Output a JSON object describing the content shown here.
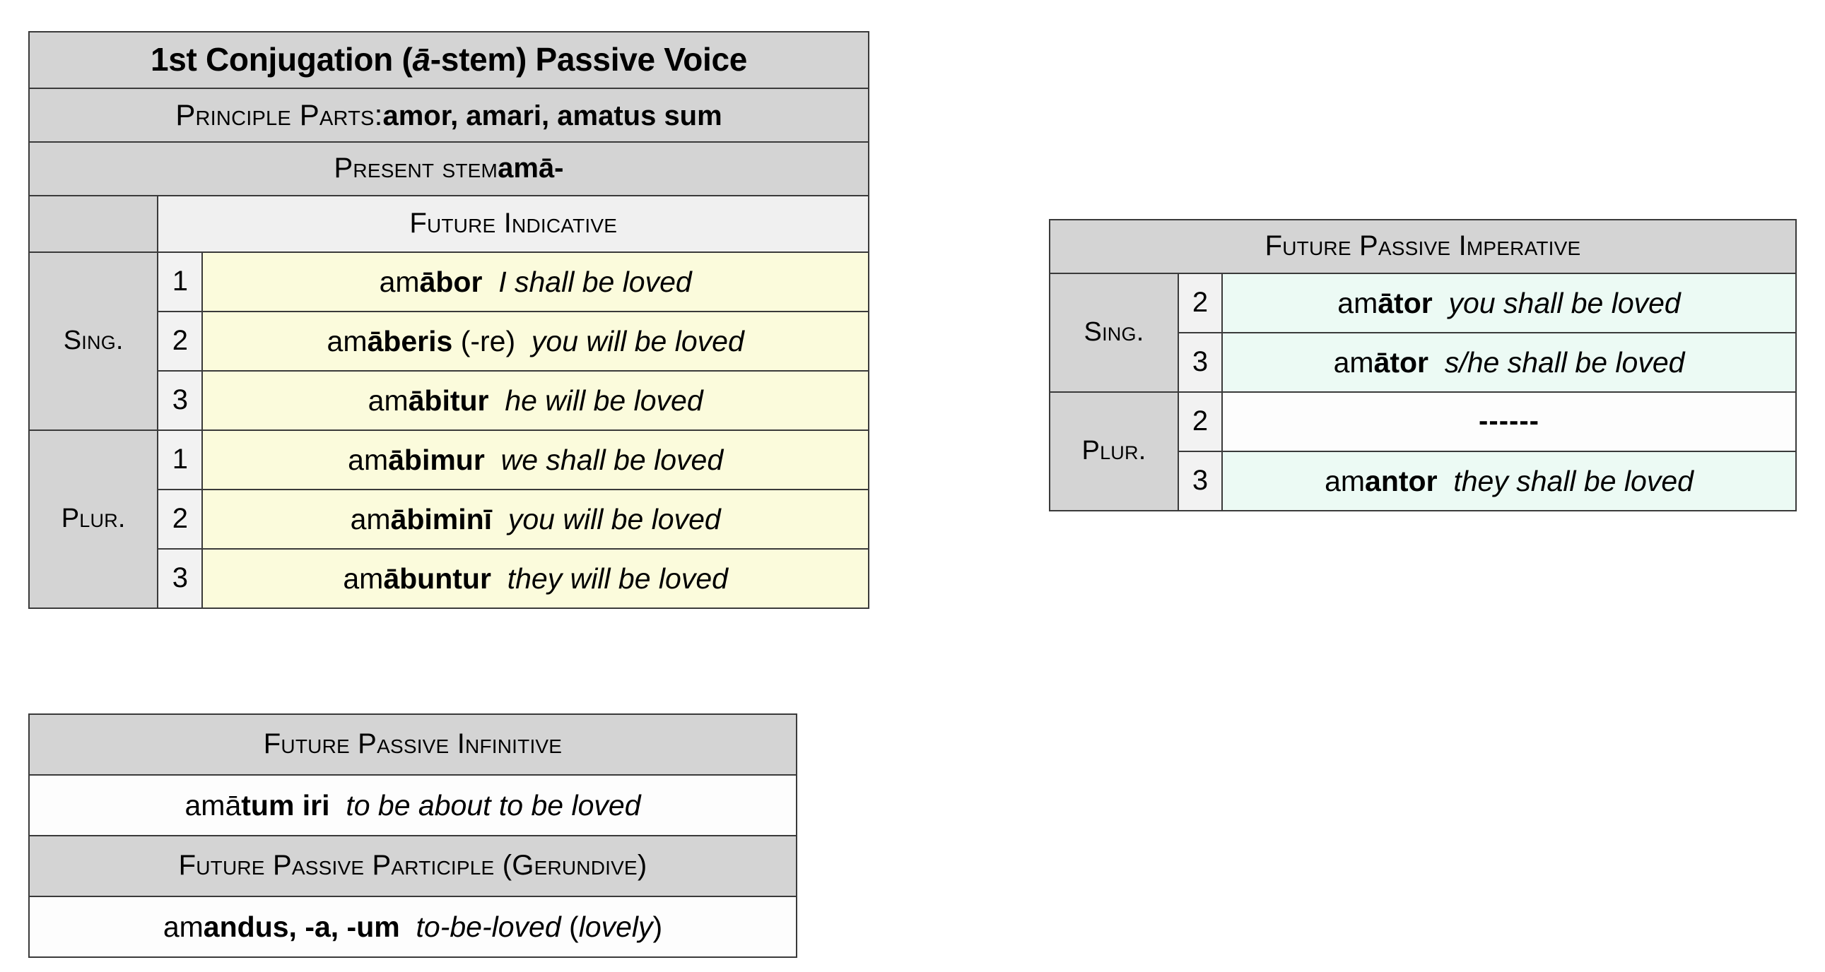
{
  "main_table": {
    "title": {
      "pre": "1st Conjugation (",
      "stem_italic": "ā",
      "post": "-stem) Passive Voice"
    },
    "principle_parts": {
      "label": "Principle Parts:",
      "value": "amor, amari, amatus sum"
    },
    "present_stem": {
      "label": "Present stem",
      "value": "amā-"
    },
    "section_header": "Future Indicative",
    "group_labels": {
      "singular": "Sing.",
      "plural": "Plur."
    },
    "rows": [
      {
        "number": "1",
        "stem": "am",
        "form_bold": "ābor",
        "tail": "",
        "translation": "I shall be loved"
      },
      {
        "number": "2",
        "stem": "am",
        "form_bold": "āberis",
        "tail": " (-re)",
        "translation": "you will be loved"
      },
      {
        "number": "3",
        "stem": "am",
        "form_bold": "ābitur",
        "tail": "",
        "translation": "he will be loved"
      },
      {
        "number": "1",
        "stem": "am",
        "form_bold": "ābimur",
        "tail": "",
        "translation": "we shall be loved"
      },
      {
        "number": "2",
        "stem": "am",
        "form_bold": "ābiminī",
        "tail": "",
        "translation": "you will be loved"
      },
      {
        "number": "3",
        "stem": "am",
        "form_bold": "ābuntur",
        "tail": "",
        "translation": "they will be loved"
      }
    ]
  },
  "imperative_table": {
    "section_header": "Future Passive Imperative",
    "group_labels": {
      "singular": "Sing.",
      "plural": "Plur."
    },
    "rows": [
      {
        "number": "2",
        "stem": "am",
        "form_bold": "ātor",
        "translation": "you shall be loved",
        "empty": false
      },
      {
        "number": "3",
        "stem": "am",
        "form_bold": "ātor",
        "translation": "s/he shall be loved",
        "empty": false
      },
      {
        "number": "2",
        "placeholder": "------",
        "empty": true
      },
      {
        "number": "3",
        "stem": "am",
        "form_bold": "antor",
        "translation": "they shall be loved",
        "empty": false
      }
    ]
  },
  "infinitive_table": {
    "infinitive_header": "Future Passive Infinitive",
    "infinitive_row": {
      "stem": "amā",
      "form_bold": "tum iri",
      "translation": "to be about to be loved"
    },
    "participle_header": "Future Passive Participle (Gerundive)",
    "participle_row": {
      "stem": "am",
      "form_bold": "andus, -a, -um",
      "translation": "to-be-loved",
      "gloss_open": " (",
      "gloss_italic": "lovely",
      "gloss_close": ")"
    }
  },
  "colors": {
    "header_gray": "#d4d4d4",
    "header_light": "#f0f0f0",
    "number_cell": "#f2f2f2",
    "indicative_fill": "#fbfbdc",
    "imperative_fill": "#ecfaf4",
    "border": "#3a3a3a"
  }
}
